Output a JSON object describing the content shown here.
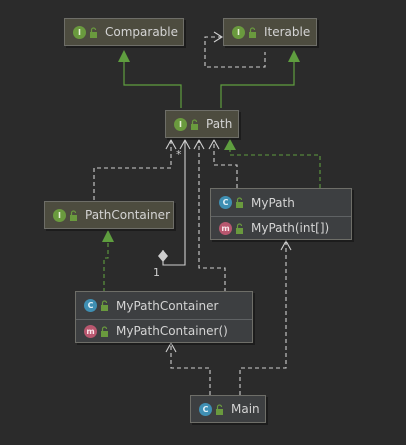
{
  "nodes": {
    "comparable": {
      "kind": "I",
      "name": "Comparable"
    },
    "iterable": {
      "kind": "I",
      "name": "Iterable"
    },
    "path": {
      "kind": "I",
      "name": "Path"
    },
    "path_container": {
      "kind": "I",
      "name": "PathContainer"
    },
    "my_path": {
      "kind": "C",
      "name": "MyPath",
      "method": "MyPath(int[])",
      "method_kind": "m"
    },
    "my_path_container": {
      "kind": "C",
      "name": "MyPathContainer",
      "method": "MyPathContainer()",
      "method_kind": "m"
    },
    "main": {
      "kind": "C",
      "name": "Main"
    }
  },
  "edges": {
    "aggregation_multiplicity_source": "1",
    "aggregation_multiplicity_target": "*"
  },
  "colors": {
    "background": "#2b2b2b",
    "interface_fill": "#4d4c3f",
    "class_fill": "#3d3f41",
    "node_border": "#6e6e68",
    "extends_green": "#5f9e3f",
    "dependency_white": "#cfcfcf"
  }
}
